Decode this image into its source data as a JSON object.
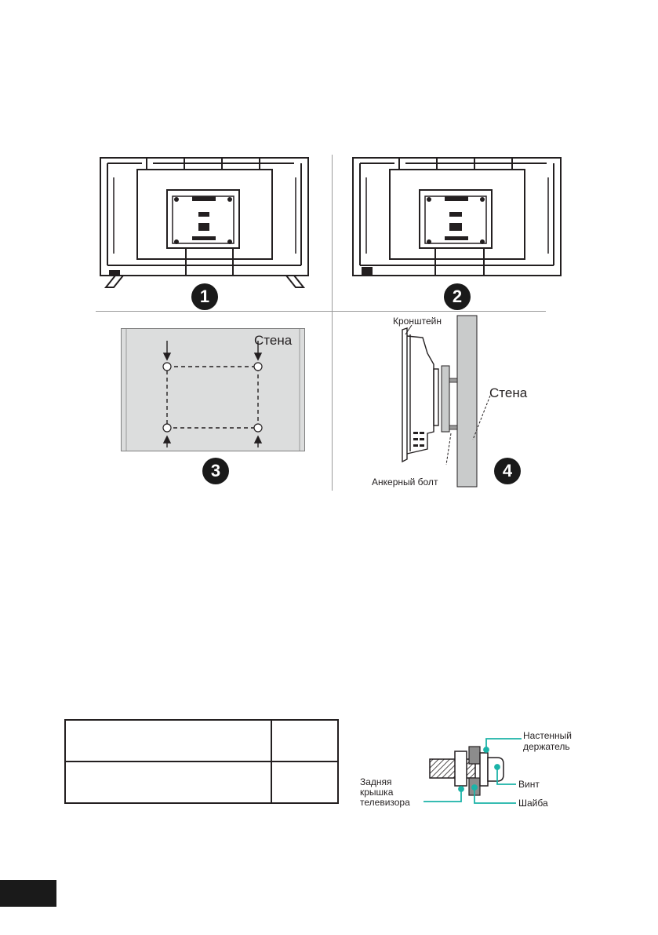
{
  "figure": {
    "badges": [
      "1",
      "2",
      "3",
      "4"
    ],
    "panel3": {
      "wall_label": "Стена"
    },
    "panel4": {
      "bracket_label": "Кронштейн",
      "wall_label": "Стена",
      "anchor_label": "Анкерный болт"
    }
  },
  "table": {
    "rows": [
      [
        "",
        ""
      ],
      [
        "",
        ""
      ]
    ]
  },
  "screw_diagram": {
    "wall_holder_label": "Настенный держатель",
    "wall_holder_line1": "Настенный",
    "wall_holder_line2": "держатель",
    "screw_label": "Винт",
    "washer_label": "Шайба",
    "back_cover_line1": "Задняя",
    "back_cover_line2": "крышка",
    "back_cover_line3": "телевизора"
  },
  "colors": {
    "teal": "#1bb3a8",
    "ink": "#231f20",
    "wall_gray": "#c9cbcb",
    "panel_gray": "#dcdddd"
  }
}
